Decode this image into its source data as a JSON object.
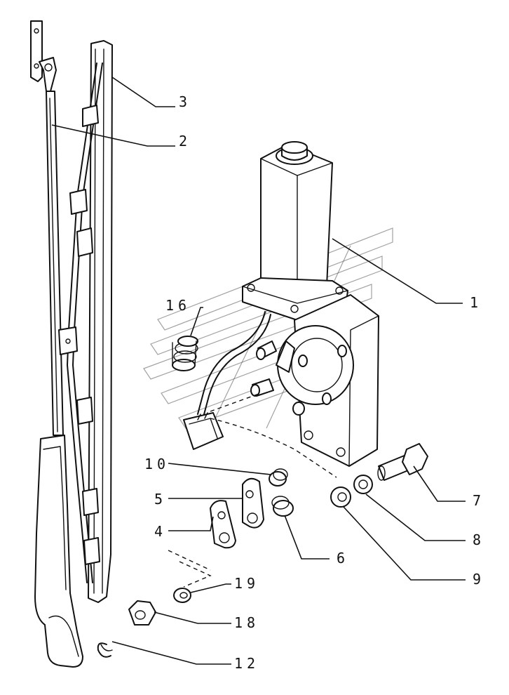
{
  "callouts": {
    "c1": "1",
    "c2": "2",
    "c3": "3",
    "c4": "4",
    "c5": "5",
    "c6": "6",
    "c7": "7",
    "c8": "8",
    "c9": "9",
    "c10": "10",
    "c12": "12",
    "c16": "16",
    "c18": "18",
    "c19": "19"
  }
}
